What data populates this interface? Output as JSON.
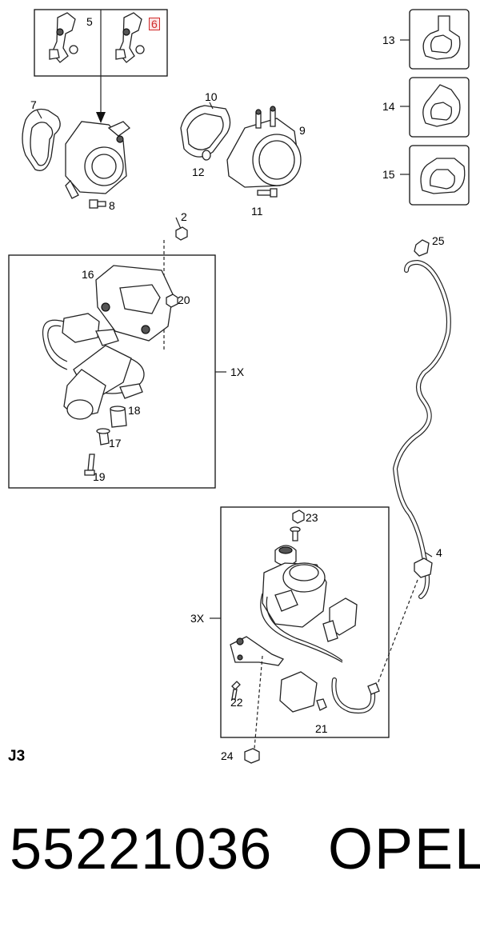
{
  "callouts": {
    "c1x": "1X",
    "c2": "2",
    "c3x": "3X",
    "c4": "4",
    "c5": "5",
    "c6": "6",
    "c7": "7",
    "c8": "8",
    "c9": "9",
    "c10": "10",
    "c11": "11",
    "c12": "12",
    "c13": "13",
    "c14": "14",
    "c15": "15",
    "c16": "16",
    "c17": "17",
    "c18": "18",
    "c19": "19",
    "c20": "20",
    "c21": "21",
    "c22": "22",
    "c23": "23",
    "c24": "24",
    "c25": "25"
  },
  "highlighted_callout": "6",
  "highlight_color": "#d12c2c",
  "sheet_code": "J3",
  "part_number": "55221036",
  "brand": "OPEL"
}
